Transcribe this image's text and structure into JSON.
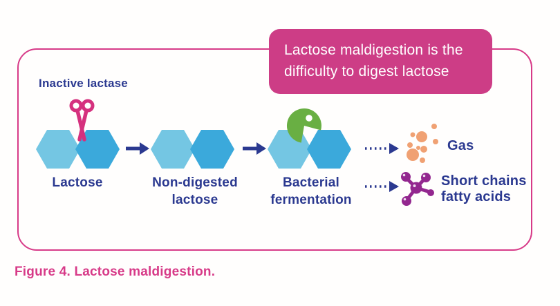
{
  "callout": {
    "text": "Lactose maldigestion is the difficulty to digest lactose"
  },
  "caption": "Figure 4. Lactose maldigestion.",
  "diagram": {
    "annotation": "Inactive lactase",
    "steps": [
      {
        "label": "Lactose",
        "icon": "scissors-icon"
      },
      {
        "label": "Non-digested lactose",
        "icon": null
      },
      {
        "label": "Bacterial fermentation",
        "icon": "bacteria-icon"
      }
    ],
    "outputs": [
      {
        "label": "Gas",
        "icon": "gas-bubbles-icon"
      },
      {
        "label": "Short chains fatty acids",
        "icon": "molecule-icon"
      }
    ]
  },
  "colors": {
    "pink_border": "#d73a88",
    "callout_bg": "#cd3d86",
    "scissors_pink": "#d5317e",
    "navy": "#2b3990",
    "hex_light_blue": "#74c6e3",
    "hex_dark_blue": "#3ba9db",
    "bacteria_green": "#69af43",
    "gas_orange": "#f0a173",
    "molecule_purple": "#93278f"
  }
}
